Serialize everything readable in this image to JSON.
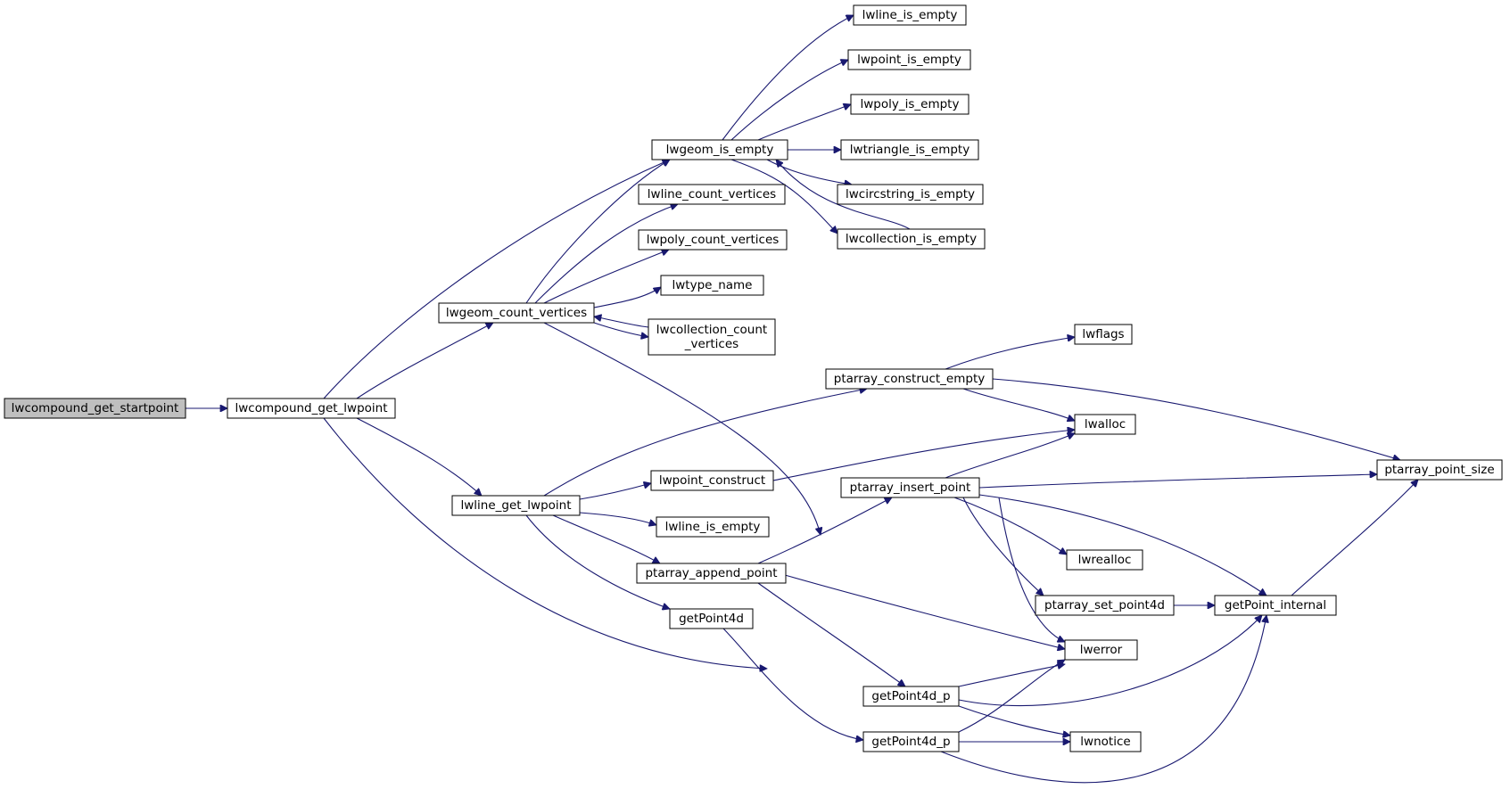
{
  "graph": {
    "nodes": [
      {
        "id": "n0",
        "lines": [
          "lwcompound_get_startpoint"
        ],
        "root": true
      },
      {
        "id": "n1",
        "lines": [
          "lwcompound_get_lwpoint"
        ]
      },
      {
        "id": "n2",
        "lines": [
          "lwgeom_is_empty"
        ]
      },
      {
        "id": "n3",
        "lines": [
          "lwgeom_count_vertices"
        ]
      },
      {
        "id": "n4",
        "lines": [
          "lwline_get_lwpoint"
        ]
      },
      {
        "id": "n5",
        "lines": [
          "lwerror"
        ]
      },
      {
        "id": "n6",
        "lines": [
          "lwline_is_empty"
        ]
      },
      {
        "id": "n7",
        "lines": [
          "lwpoint_is_empty"
        ]
      },
      {
        "id": "n8",
        "lines": [
          "lwpoly_is_empty"
        ]
      },
      {
        "id": "n9",
        "lines": [
          "lwtriangle_is_empty"
        ]
      },
      {
        "id": "n10",
        "lines": [
          "lwcircstring_is_empty"
        ]
      },
      {
        "id": "n11",
        "lines": [
          "lwcollection_is_empty"
        ]
      },
      {
        "id": "n12",
        "lines": [
          "lwline_count_vertices"
        ]
      },
      {
        "id": "n13",
        "lines": [
          "lwpoly_count_vertices"
        ]
      },
      {
        "id": "n14",
        "lines": [
          "lwtype_name"
        ]
      },
      {
        "id": "n15",
        "lines": [
          "lwcollection_count",
          "_vertices"
        ]
      },
      {
        "id": "n16",
        "lines": [
          "ptarray_construct_empty"
        ]
      },
      {
        "id": "n17",
        "lines": [
          "lwflags"
        ]
      },
      {
        "id": "n18",
        "lines": [
          "lwalloc"
        ]
      },
      {
        "id": "n19",
        "lines": [
          "ptarray_point_size"
        ]
      },
      {
        "id": "n20",
        "lines": [
          "lwpoint_construct"
        ]
      },
      {
        "id": "n21",
        "lines": [
          "lwline_is_empty"
        ]
      },
      {
        "id": "n22",
        "lines": [
          "ptarray_append_point"
        ]
      },
      {
        "id": "n23",
        "lines": [
          "getPoint4d"
        ]
      },
      {
        "id": "n24",
        "lines": [
          "ptarray_insert_point"
        ]
      },
      {
        "id": "n25",
        "lines": [
          "lwrealloc"
        ]
      },
      {
        "id": "n26",
        "lines": [
          "ptarray_set_point4d"
        ]
      },
      {
        "id": "n27",
        "lines": [
          "getPoint_internal"
        ]
      },
      {
        "id": "n28",
        "lines": [
          "getPoint4d_p"
        ]
      },
      {
        "id": "n29",
        "lines": [
          "getPoint4d_p"
        ]
      },
      {
        "id": "n30",
        "lines": [
          "lwnotice"
        ]
      }
    ],
    "edges": [
      {
        "from": "n0",
        "to": "n1"
      },
      {
        "from": "n1",
        "to": "n2"
      },
      {
        "from": "n1",
        "to": "n3"
      },
      {
        "from": "n1",
        "to": "n4"
      },
      {
        "from": "n1",
        "to": "n5"
      },
      {
        "from": "n2",
        "to": "n6"
      },
      {
        "from": "n2",
        "to": "n7"
      },
      {
        "from": "n2",
        "to": "n8"
      },
      {
        "from": "n2",
        "to": "n9"
      },
      {
        "from": "n2",
        "to": "n10"
      },
      {
        "from": "n2",
        "to": "n11"
      },
      {
        "from": "n11",
        "to": "n2"
      },
      {
        "from": "n3",
        "to": "n2"
      },
      {
        "from": "n3",
        "to": "n12"
      },
      {
        "from": "n3",
        "to": "n13"
      },
      {
        "from": "n3",
        "to": "n14"
      },
      {
        "from": "n3",
        "to": "n15"
      },
      {
        "from": "n15",
        "to": "n3"
      },
      {
        "from": "n3",
        "to": "n5"
      },
      {
        "from": "n4",
        "to": "n16"
      },
      {
        "from": "n4",
        "to": "n20"
      },
      {
        "from": "n4",
        "to": "n21"
      },
      {
        "from": "n4",
        "to": "n22"
      },
      {
        "from": "n4",
        "to": "n23"
      },
      {
        "from": "n16",
        "to": "n17"
      },
      {
        "from": "n16",
        "to": "n18"
      },
      {
        "from": "n16",
        "to": "n19"
      },
      {
        "from": "n20",
        "to": "n18"
      },
      {
        "from": "n22",
        "to": "n24"
      },
      {
        "from": "n22",
        "to": "n5"
      },
      {
        "from": "n22",
        "to": "n28"
      },
      {
        "from": "n23",
        "to": "n29"
      },
      {
        "from": "n24",
        "to": "n18"
      },
      {
        "from": "n24",
        "to": "n19"
      },
      {
        "from": "n24",
        "to": "n25"
      },
      {
        "from": "n24",
        "to": "n26"
      },
      {
        "from": "n24",
        "to": "n27"
      },
      {
        "from": "n24",
        "to": "n5"
      },
      {
        "from": "n26",
        "to": "n27"
      },
      {
        "from": "n27",
        "to": "n19"
      },
      {
        "from": "n28",
        "to": "n5"
      },
      {
        "from": "n28",
        "to": "n27"
      },
      {
        "from": "n28",
        "to": "n30"
      },
      {
        "from": "n29",
        "to": "n5"
      },
      {
        "from": "n29",
        "to": "n30"
      },
      {
        "from": "n29",
        "to": "n27"
      }
    ]
  }
}
